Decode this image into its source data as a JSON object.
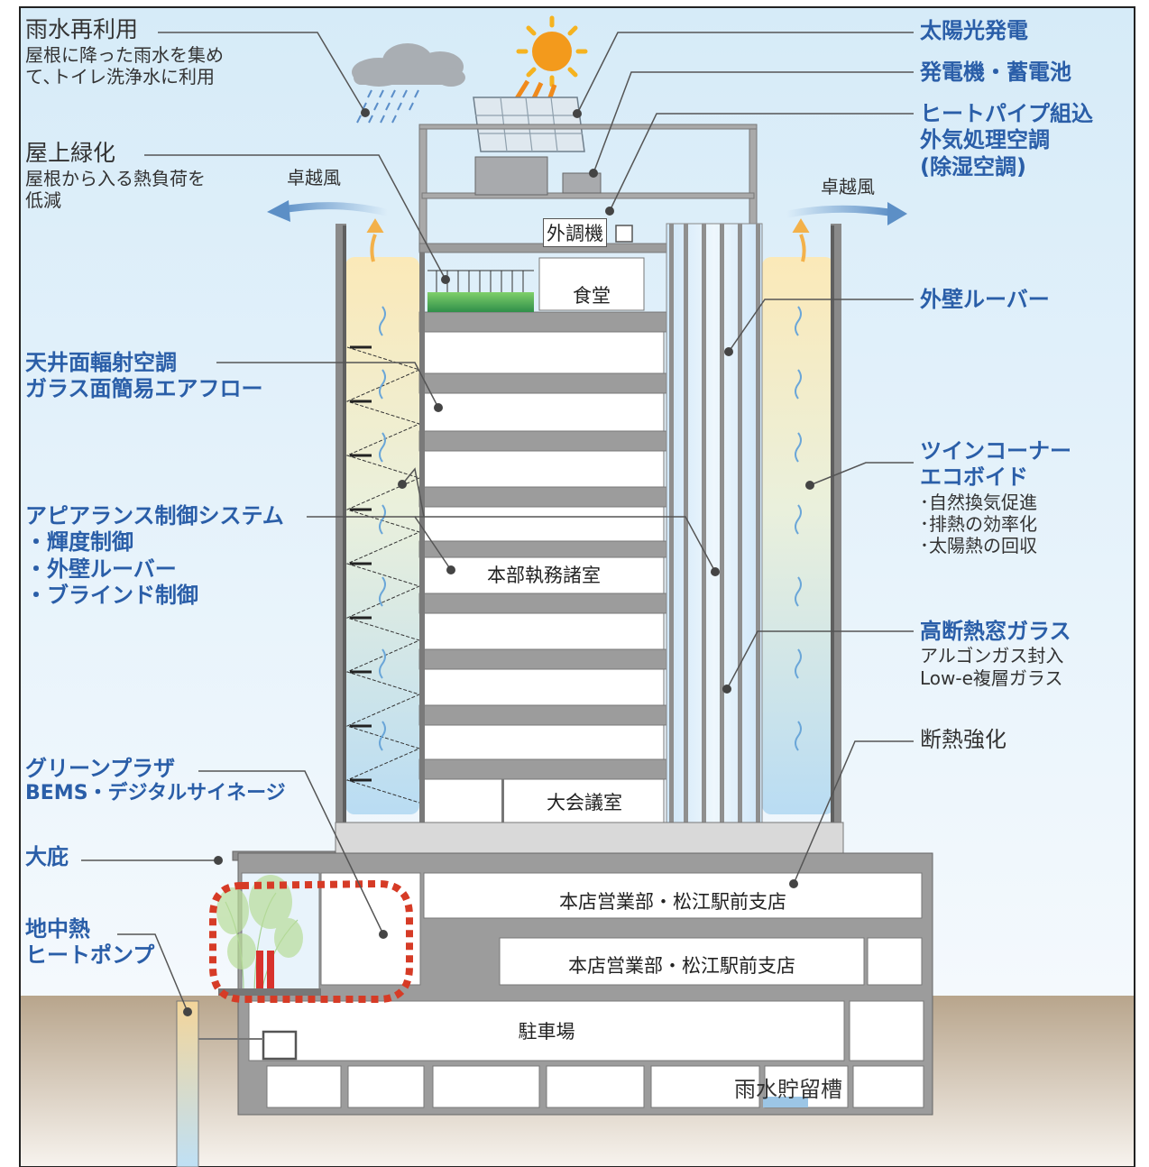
{
  "labels": {
    "rainwater": {
      "title": "雨水再利用",
      "desc": [
        "屋根に降った雨水を集め",
        "て､トイレ洗浄水に利用"
      ]
    },
    "rooftop": {
      "title": "屋上緑化",
      "desc": [
        "屋根から入る熱負荷を",
        "低減"
      ]
    },
    "wind_left": "卓越風",
    "wind_right": "卓越風",
    "solar": "太陽光発電",
    "generator": "発電機・蓄電池",
    "heatpipe": [
      "ヒートパイプ組込",
      "外気処理空調",
      "(除湿空調)"
    ],
    "louver": "外壁ルーバー",
    "ceiling": [
      "天井面輻射空調",
      "ガラス面簡易エアフロー"
    ],
    "twin": {
      "title": [
        "ツインコーナー",
        "エコボイド"
      ],
      "items": [
        "･自然換気促進",
        "･排熱の効率化",
        "･太陽熱の回収"
      ]
    },
    "appearance": {
      "title": "アピアランス制御システム",
      "items": [
        "・輝度制御",
        "・外壁ルーバー",
        "・ブラインド制御"
      ]
    },
    "glass": {
      "title": "高断熱窓ガラス",
      "desc": [
        "アルゴンガス封入",
        "Low-e複層ガラス"
      ]
    },
    "insulation": "断熱強化",
    "green_plaza": [
      "グリーンプラザ",
      "BEMS・デジタルサイネージ"
    ],
    "eaves": "大庇",
    "geothermal": [
      "地中熱",
      "ヒートポンプ"
    ]
  },
  "rooms": {
    "outdoor_unit": "外調機",
    "cafeteria": "食堂",
    "offices": "本部執務諸室",
    "hall": "大会議室",
    "branch_upper": "本店営業部・松江駅前支店",
    "branch_lower": "本店営業部・松江駅前支店",
    "parking": "駐車場",
    "rain_tank": "雨水貯留槽"
  },
  "colors": {
    "label_blue": "#2a5ea8",
    "sky_top": "#d6ebf8",
    "ground": "#b8a58c",
    "structure": "#7d7d7d",
    "green_zone": "#d63b26"
  }
}
